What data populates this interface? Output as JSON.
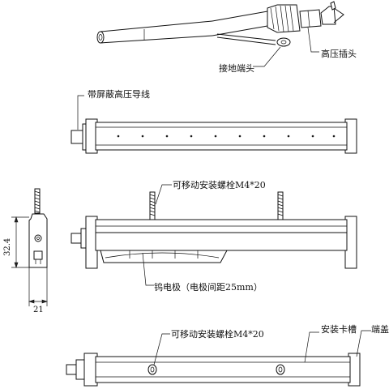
{
  "labels": {
    "ground_terminal": "接地端头",
    "hv_plug": "高压插头",
    "shielded_cable": "带屏蔽高压导线",
    "movable_bolt_top": "可移动安装螺栓M4*20",
    "tungsten_electrode": "钨电极（电极间距25mm）",
    "movable_bolt_bottom": "可移动安装螺栓M4*20",
    "mount_slot": "安装卡槽",
    "end_cap": "端盖"
  },
  "dimensions": {
    "height": "32.4",
    "width": "21"
  }
}
